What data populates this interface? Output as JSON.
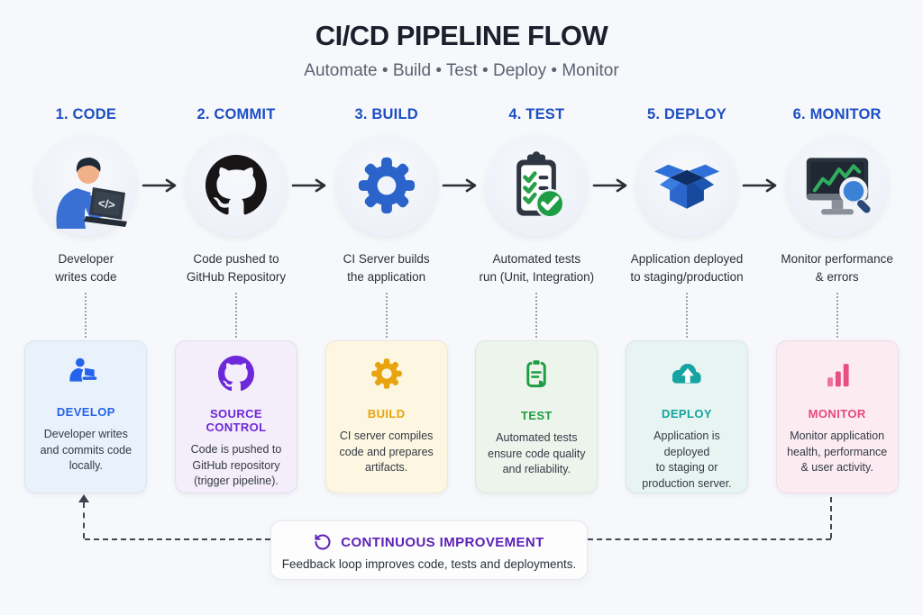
{
  "header": {
    "title": "CI/CD PIPELINE FLOW",
    "subtitle": "Automate  •  Build  •  Test  •  Deploy  •  Monitor"
  },
  "stages": [
    {
      "label": "1. CODE",
      "icon": "developer-illustration",
      "description": "Developer\nwrites code"
    },
    {
      "label": "2. COMMIT",
      "icon": "github-logo-icon",
      "description": "Code pushed to\nGitHub Repository"
    },
    {
      "label": "3. BUILD",
      "icon": "gear-icon",
      "description": "CI Server builds\nthe application"
    },
    {
      "label": "4. TEST",
      "icon": "checklist-clipboard-icon",
      "description": "Automated tests\nrun (Unit, Integration)"
    },
    {
      "label": "5. DEPLOY",
      "icon": "open-box-icon",
      "description": "Application deployed\nto staging/production"
    },
    {
      "label": "6. MONITOR",
      "icon": "monitor-magnifier-icon",
      "description": "Monitor performance\n& errors"
    }
  ],
  "cards": [
    {
      "title": "DEVELOP",
      "icon": "developer-laptop-icon",
      "accent": "#2563eb",
      "bg": "#e9f1fb",
      "description": "Developer writes\nand commits code\nlocally."
    },
    {
      "title": "SOURCE CONTROL",
      "icon": "github-logo-icon",
      "accent": "#6d28d9",
      "bg": "#f4edfa",
      "description": "Code is pushed to\nGitHub repository\n(trigger pipeline)."
    },
    {
      "title": "BUILD",
      "icon": "gear-icon",
      "accent": "#e8a40e",
      "bg": "#fdf6e1",
      "description": "CI server compiles\ncode and prepares\nartifacts."
    },
    {
      "title": "TEST",
      "icon": "clipboard-icon",
      "accent": "#1f9d44",
      "bg": "#ecf4ec",
      "description": "Automated tests\nensure code quality\nand reliability."
    },
    {
      "title": "DEPLOY",
      "icon": "cloud-upload-icon",
      "accent": "#16a39e",
      "bg": "#e7f4f2",
      "description": "Application is deployed\nto staging or\nproduction server."
    },
    {
      "title": "MONITOR",
      "icon": "bar-chart-icon",
      "accent": "#e8497e",
      "bg": "#fcebf1",
      "description": "Monitor application\nhealth, performance\n& user activity."
    }
  ],
  "feedback": {
    "icon": "rotate-ccw-icon",
    "title": "CONTINUOUS IMPROVEMENT",
    "description": "Feedback loop improves code, tests and deployments.",
    "accent": "#5b21b6"
  },
  "colors": {
    "stage_label": "#1d4fc4",
    "arrow": "#2a2f36",
    "background": "#f7f8fb"
  }
}
